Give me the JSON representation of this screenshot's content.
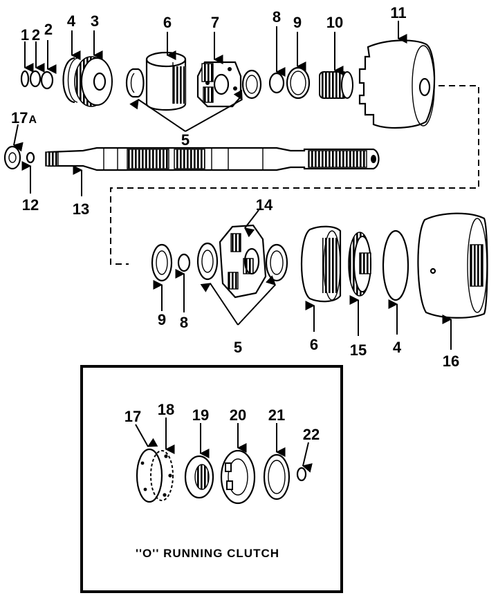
{
  "callouts": {
    "c1": "1",
    "c2a": "2",
    "c2b": "2",
    "c3": "3",
    "c4a": "4",
    "c6a": "6",
    "c7": "7",
    "c8a": "8",
    "c9a": "9",
    "c10": "10",
    "c11": "11",
    "c5a": "5",
    "c17a": "17",
    "c17a_suffix": "A",
    "c12": "12",
    "c13": "13",
    "c14": "14",
    "c9b": "9",
    "c8b": "8",
    "c5b": "5",
    "c6b": "6",
    "c15": "15",
    "c4b": "4",
    "c16": "16",
    "c17": "17",
    "c18": "18",
    "c19": "19",
    "c20": "20",
    "c21": "21",
    "c22": "22"
  },
  "inset": {
    "title": "''O'' RUNNING CLUTCH"
  }
}
